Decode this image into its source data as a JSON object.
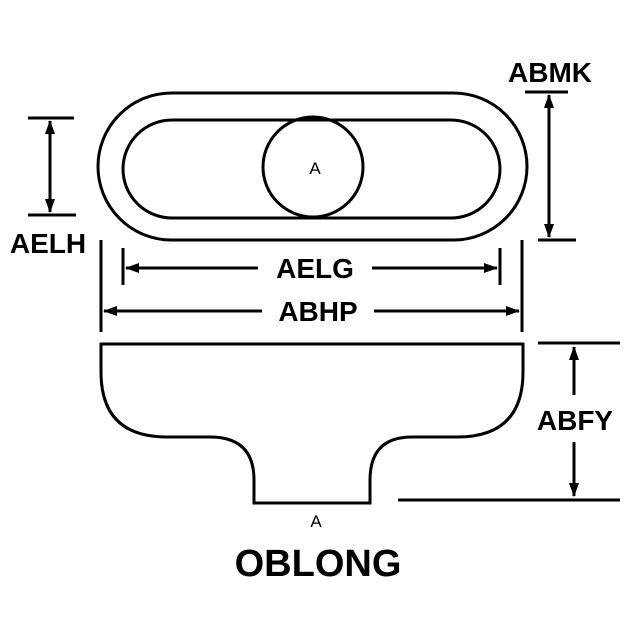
{
  "colors": {
    "line": "#000000",
    "background": "#ffffff"
  },
  "labels": {
    "abmk": "ABMK",
    "aelh": "AELH",
    "aelg": "AELG",
    "abhp": "ABHP",
    "abfy": "ABFY",
    "center_a": "A",
    "bottom_a": "A",
    "shape_name": "OBLONG"
  }
}
